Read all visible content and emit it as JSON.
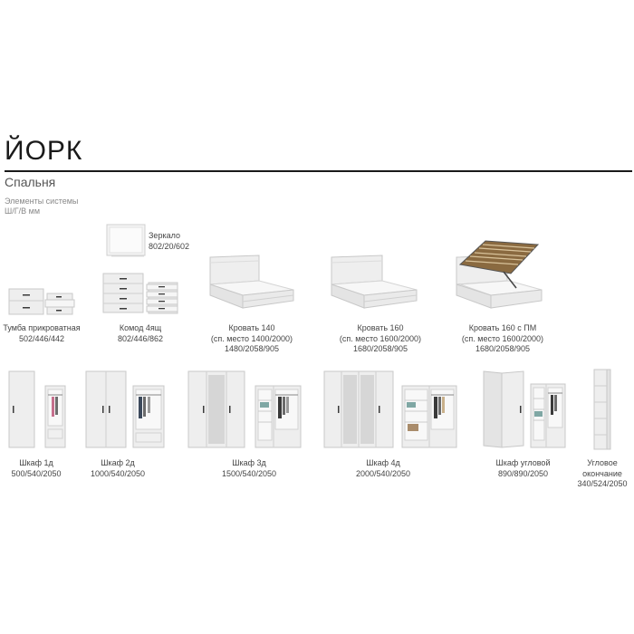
{
  "header": {
    "title": "ЙОРК",
    "subtitle": "Спальня",
    "note_line1": "Элементы системы",
    "note_line2": "Ш/Г/В мм"
  },
  "items": {
    "mirror": {
      "name": "Зеркало",
      "dims": "802/20/602"
    },
    "nightstand": {
      "name": "Тумба прикроватная",
      "dims": "502/446/442"
    },
    "dresser": {
      "name": "Комод 4ящ",
      "dims": "802/446/862"
    },
    "bed140": {
      "name": "Кровать 140",
      "spec": "(сп. место 1400/2000)",
      "dims": "1480/2058/905"
    },
    "bed160": {
      "name": "Кровать 160",
      "spec": "(сп. место 1600/2000)",
      "dims": "1680/2058/905"
    },
    "bed160pm": {
      "name": "Кровать 160 с ПМ",
      "spec": "(сп. место 1600/2000)",
      "dims": "1680/2058/905"
    },
    "wardrobe1": {
      "name": "Шкаф 1д",
      "dims": "500/540/2050"
    },
    "wardrobe2": {
      "name": "Шкаф 2д",
      "dims": "1000/540/2050"
    },
    "wardrobe3": {
      "name": "Шкаф 3д",
      "dims": "1500/540/2050"
    },
    "wardrobe4": {
      "name": "Шкаф 4д",
      "dims": "2000/540/2050"
    },
    "corner": {
      "name": "Шкаф угловой",
      "dims": "890/890/2050"
    },
    "corner_end": {
      "name_line1": "Угловое",
      "name_line2": "окончание",
      "dims": "340/524/2050"
    }
  },
  "colors": {
    "furniture": "#eeeeee",
    "outline": "#c8c8c8",
    "dark": "#3a3a3a",
    "slats": "#8a6a40"
  }
}
